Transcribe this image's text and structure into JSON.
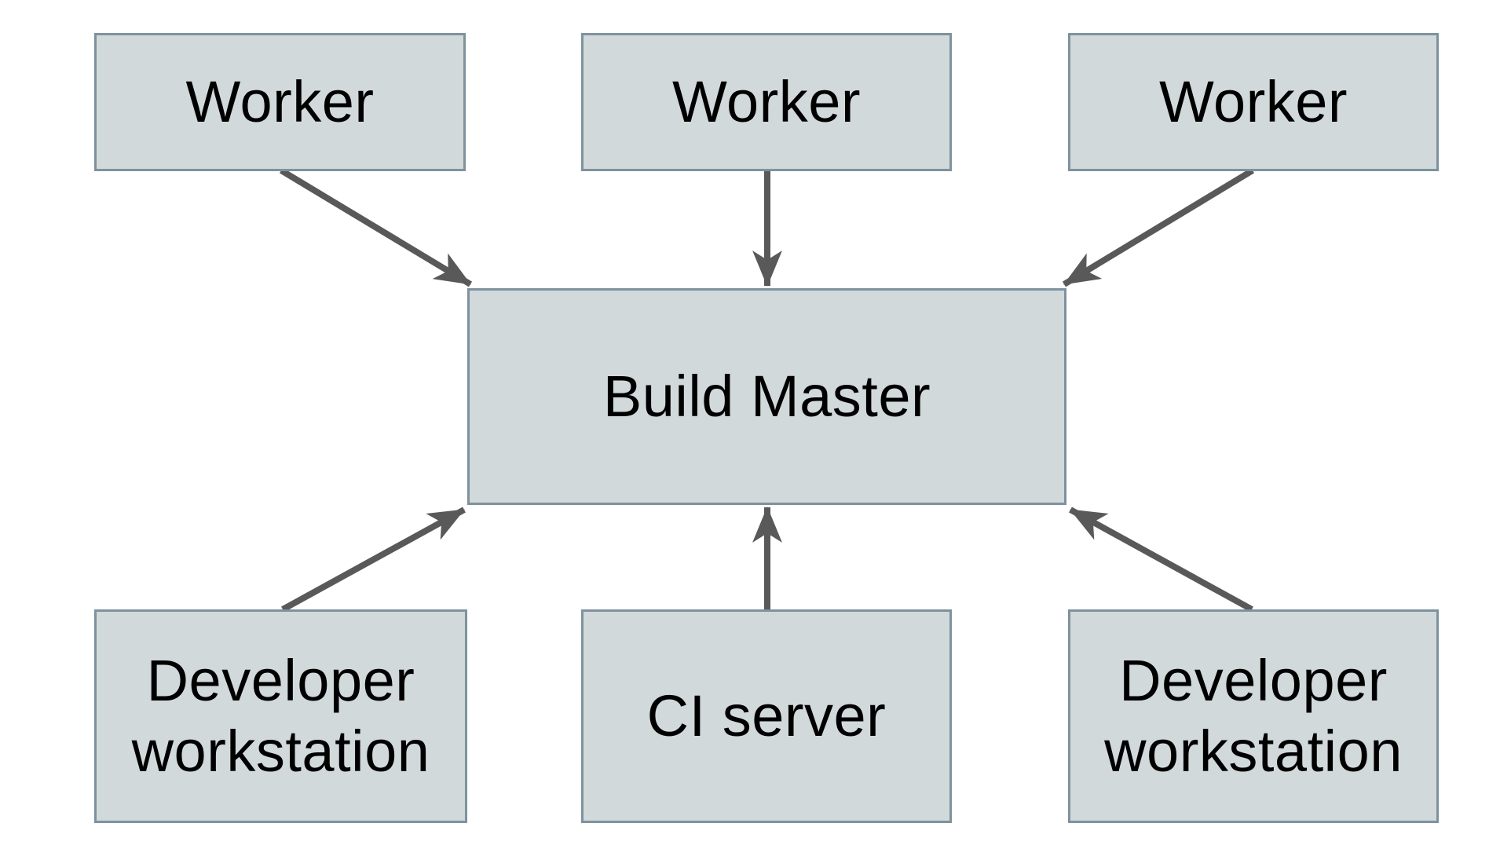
{
  "diagram": {
    "colors": {
      "background": "#ffffff",
      "node_fill": "#d2d9da",
      "node_border": "#7e929e",
      "arrow_color": "#595959",
      "text_color": "#000000"
    },
    "nodes": [
      {
        "id": "worker-1",
        "label": "Worker"
      },
      {
        "id": "worker-2",
        "label": "Worker"
      },
      {
        "id": "worker-3",
        "label": "Worker"
      },
      {
        "id": "build-master",
        "label": "Build Master"
      },
      {
        "id": "developer-workstation-1",
        "label": "Developer workstation"
      },
      {
        "id": "ci-server",
        "label": "CI server"
      },
      {
        "id": "developer-workstation-2",
        "label": "Developer workstation"
      }
    ],
    "edges": [
      {
        "from": "worker-1",
        "to": "build-master"
      },
      {
        "from": "worker-2",
        "to": "build-master"
      },
      {
        "from": "worker-3",
        "to": "build-master"
      },
      {
        "from": "developer-workstation-1",
        "to": "build-master"
      },
      {
        "from": "ci-server",
        "to": "build-master"
      },
      {
        "from": "developer-workstation-2",
        "to": "build-master"
      }
    ]
  }
}
